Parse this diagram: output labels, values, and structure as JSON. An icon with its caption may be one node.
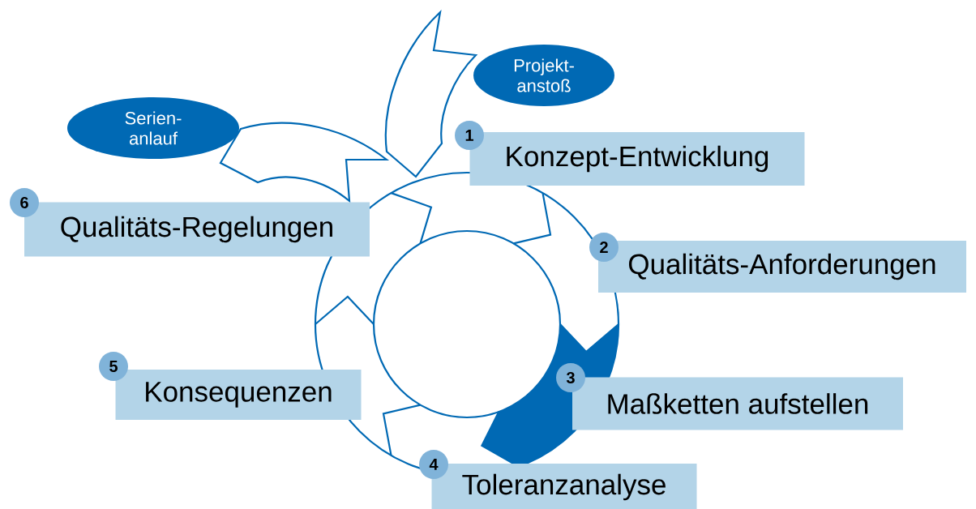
{
  "diagram": {
    "nodes": [
      {
        "text": [
          "Projekt- anstoß"
        ]
      },
      {
        "text": [
          "Serien- anlauf"
        ]
      },
      {
        "text": [
          "1"
        ]
      },
      {
        "text": [
          "Konzept-Entwicklung"
        ]
      },
      {
        "text": [
          "6"
        ]
      },
      {
        "text": [
          "Qualitäts-Regelungen"
        ]
      },
      {
        "text": [
          "2"
        ]
      },
      {
        "text": [
          "Qualitäts-Anforderungen"
        ]
      },
      {
        "text": [
          "5"
        ]
      },
      {
        "text": [
          "Konsequenzen"
        ]
      },
      {
        "text": [
          "3"
        ]
      },
      {
        "text": [
          "Maßketten aufstellen"
        ]
      },
      {
        "text": [
          "4"
        ]
      },
      {
        "text": [
          "Toleranzanalyse"
        ]
      }
    ]
  }
}
